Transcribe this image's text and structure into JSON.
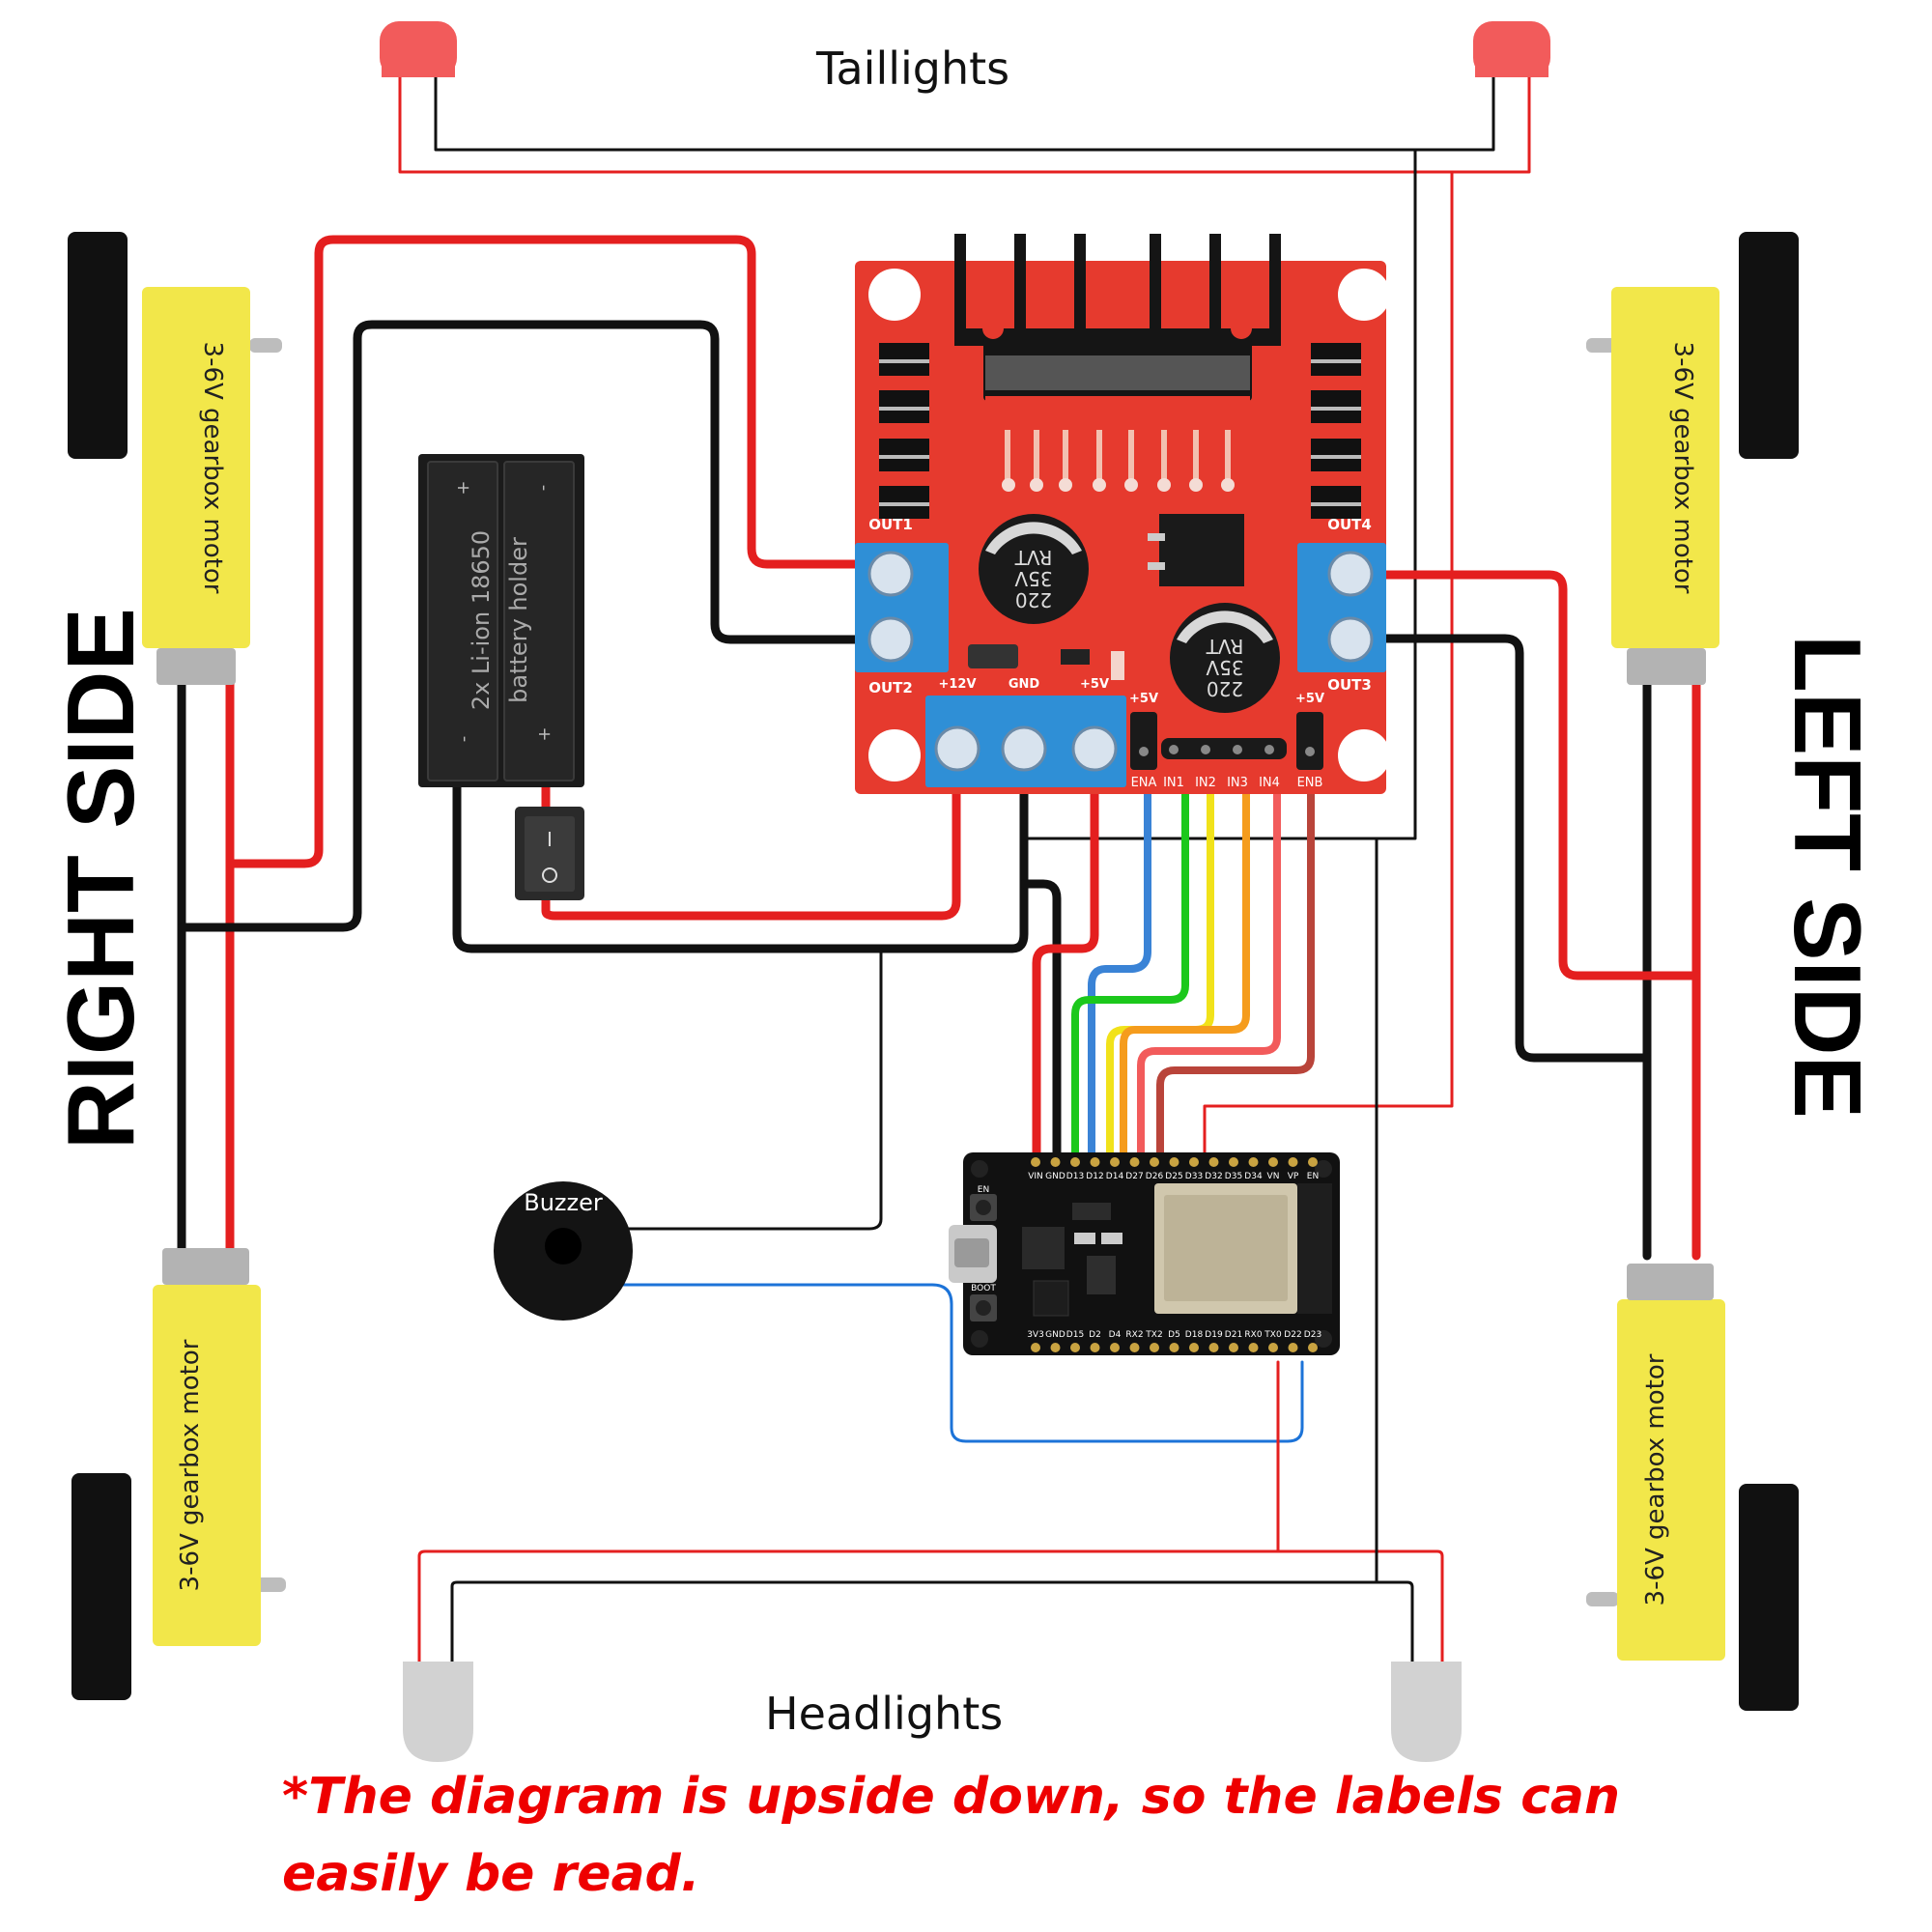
{
  "labels": {
    "taillights": "Taillights",
    "headlights": "Headlights",
    "right_side": "RIGHT SIDE",
    "left_side": "LEFT SIDE",
    "buzzer": "Buzzer",
    "motor": "3-6V gearbox motor",
    "battery_line1": "2x Li-ion 18650",
    "battery_line2": "battery holder",
    "note": "*The diagram is upside down, so the labels can easily be read."
  },
  "driver": {
    "out1": "OUT1",
    "out2": "OUT2",
    "out3": "OUT3",
    "out4": "OUT4",
    "v12": "+12V",
    "gnd": "GND",
    "v5": "+5V",
    "cap_line1": "220",
    "cap_line2": "35V",
    "cap_line3": "RVT",
    "ena_5v": "+5V",
    "enb_5v": "+5V",
    "pins": [
      "ENA",
      "IN1",
      "IN2",
      "IN3",
      "IN4",
      "ENB"
    ]
  },
  "esp32": {
    "top_pins": [
      "VIN",
      "GND",
      "D13",
      "D12",
      "D14",
      "D27",
      "D26",
      "D25",
      "D33",
      "D32",
      "D35",
      "D34",
      "VN",
      "VP",
      "EN"
    ],
    "bottom_pins": [
      "3V3",
      "GND",
      "D15",
      "D2",
      "D4",
      "RX2",
      "TX2",
      "D5",
      "D18",
      "D19",
      "D21",
      "RX0",
      "TX0",
      "D22",
      "D23"
    ],
    "en_label": "EN",
    "boot_label": "BOOT"
  },
  "colors": {
    "wire_red": "#ee1111",
    "wire_black": "#111111",
    "motor_yellow": "#f2e74a",
    "driver_red": "#e63a2e",
    "terminal_blue": "#2f8fd6",
    "led_red": "#f25b5b",
    "led_gray": "#cfcfcf",
    "note_red": "#ee0000"
  }
}
